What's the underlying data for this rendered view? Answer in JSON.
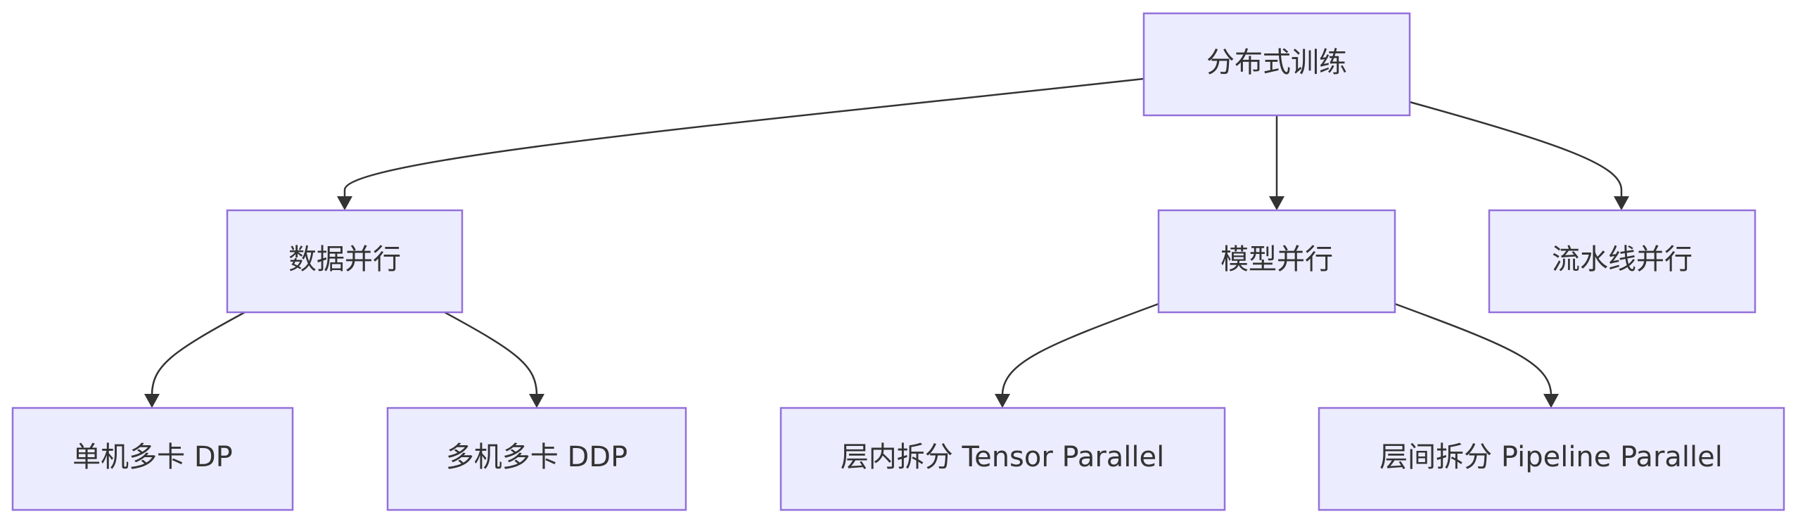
{
  "diagram": {
    "type": "flowchart",
    "direction": "top-down",
    "colors": {
      "node_fill": "#ececff",
      "node_border": "#9370db",
      "edge": "#333333",
      "text": "#333333",
      "background": "#ffffff"
    },
    "nodes": {
      "root": "分布式训练",
      "data_parallel": "数据并行",
      "model_parallel": "模型并行",
      "pipeline_parallel": "流水线并行",
      "single_machine_dp": "单机多卡 DP",
      "multi_machine_ddp": "多机多卡 DDP",
      "tensor_parallel": "层内拆分 Tensor Parallel",
      "pipeline_split": "层间拆分 Pipeline Parallel"
    },
    "edges": [
      {
        "from": "root",
        "to": "data_parallel"
      },
      {
        "from": "root",
        "to": "model_parallel"
      },
      {
        "from": "root",
        "to": "pipeline_parallel"
      },
      {
        "from": "data_parallel",
        "to": "single_machine_dp"
      },
      {
        "from": "data_parallel",
        "to": "multi_machine_ddp"
      },
      {
        "from": "model_parallel",
        "to": "tensor_parallel"
      },
      {
        "from": "model_parallel",
        "to": "pipeline_split"
      }
    ]
  }
}
